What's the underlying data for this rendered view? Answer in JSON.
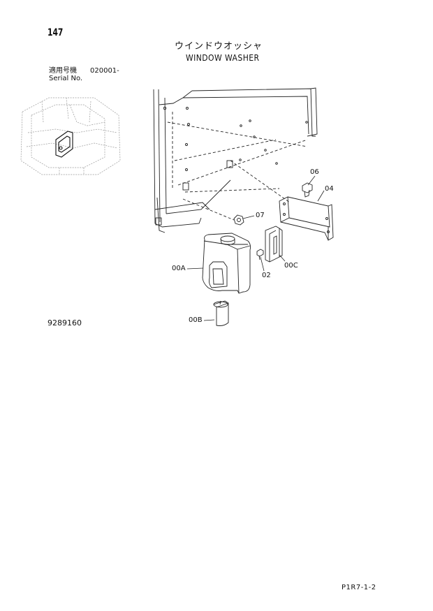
{
  "header": {
    "page_number": "147",
    "title_jp": "ウインドウオッシャ",
    "title_en": "WINDOW WASHER",
    "serial_label_jp": "適用号機",
    "serial_value": "020001-",
    "serial_label_en": "Serial No."
  },
  "callouts": {
    "c06": "06",
    "c04": "04",
    "c07": "07",
    "c00A": "00A",
    "c02": "02",
    "c00C": "00C",
    "c00B": "00B"
  },
  "footer": {
    "drawing_number": "9289160",
    "page_ref": "P1R7-1-2"
  }
}
